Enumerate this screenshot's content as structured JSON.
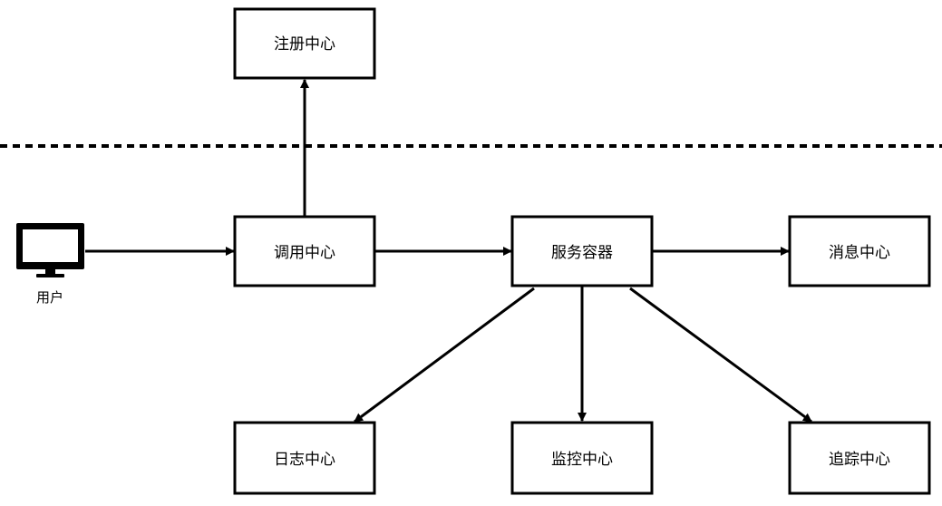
{
  "user": {
    "label": "用户",
    "icon": "monitor-icon"
  },
  "nodes": {
    "registry": {
      "label": "注册中心"
    },
    "dispatch": {
      "label": "调用中心"
    },
    "service": {
      "label": "服务容器"
    },
    "message": {
      "label": "消息中心"
    },
    "log": {
      "label": "日志中心"
    },
    "monitor": {
      "label": "监控中心"
    },
    "trace": {
      "label": "追踪中心"
    }
  },
  "edges": [
    {
      "from": "user",
      "to": "dispatch"
    },
    {
      "from": "dispatch",
      "to": "registry"
    },
    {
      "from": "dispatch",
      "to": "service"
    },
    {
      "from": "service",
      "to": "message"
    },
    {
      "from": "service",
      "to": "log"
    },
    {
      "from": "service",
      "to": "monitor"
    },
    {
      "from": "service",
      "to": "trace"
    }
  ],
  "colors": {
    "stroke": "#000000",
    "background": "#ffffff"
  }
}
